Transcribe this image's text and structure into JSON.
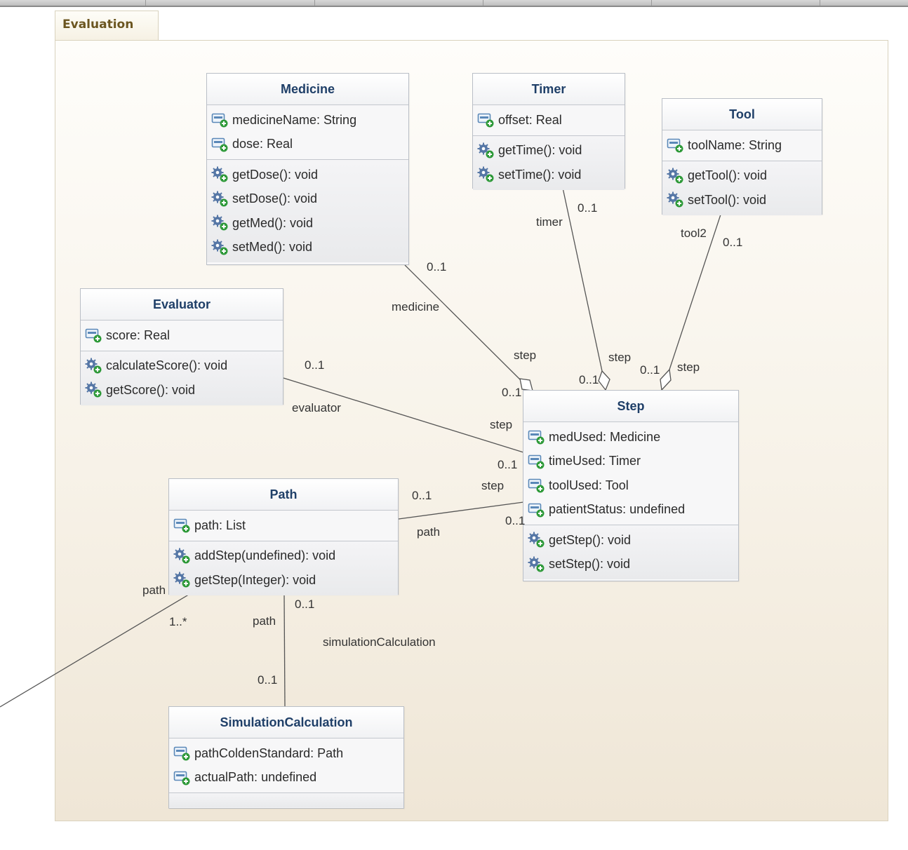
{
  "package": {
    "name": "Evaluation"
  },
  "classes": {
    "medicine": {
      "name": "Medicine",
      "attributes": [
        "medicineName: String",
        "dose: Real"
      ],
      "operations": [
        "getDose(): void",
        "setDose(): void",
        "getMed(): void",
        "setMed(): void"
      ]
    },
    "timer": {
      "name": "Timer",
      "attributes": [
        "offset: Real"
      ],
      "operations": [
        "getTime(): void",
        "setTime(): void"
      ]
    },
    "tool": {
      "name": "Tool",
      "attributes": [
        "toolName: String"
      ],
      "operations": [
        "getTool(): void",
        "setTool(): void"
      ]
    },
    "evaluator": {
      "name": "Evaluator",
      "attributes": [
        "score: Real"
      ],
      "operations": [
        "calculateScore(): void",
        "getScore(): void"
      ]
    },
    "step": {
      "name": "Step",
      "attributes": [
        "medUsed: Medicine",
        "timeUsed: Timer",
        "toolUsed: Tool",
        "patientStatus: undefined"
      ],
      "operations": [
        "getStep(): void",
        "setStep(): void"
      ]
    },
    "path": {
      "name": "Path",
      "attributes": [
        "path: List"
      ],
      "operations": [
        "addStep(undefined): void",
        "getStep(Integer): void"
      ]
    },
    "simulation": {
      "name": "SimulationCalculation",
      "attributes": [
        "pathColdenStandard: Path",
        "actualPath: undefined"
      ],
      "operations": []
    }
  },
  "associations": {
    "medicine_step": {
      "role_a": "medicine",
      "mult_a": "0..1",
      "role_b": "step",
      "mult_b": "0..1"
    },
    "timer_step": {
      "role_a": "timer",
      "mult_a": "0..1",
      "role_b": "step",
      "mult_b": "0..1"
    },
    "tool_step": {
      "role_a": "tool2",
      "mult_a": "0..1",
      "role_b": "step",
      "mult_b": "0..1"
    },
    "evaluator_step": {
      "role_a": "evaluator",
      "mult_a": "0..1",
      "role_b": "step",
      "mult_b": "0..1"
    },
    "path_step": {
      "role_a": "path",
      "mult_a": "0..1",
      "role_b": "step",
      "mult_b": "0..1"
    },
    "path_simulation": {
      "role_a": "path",
      "mult_a": "0..1",
      "role_b": "simulationCalculation",
      "mult_b": "0..1"
    },
    "path_external": {
      "role": "path",
      "mult": "1..*"
    }
  },
  "colors": {
    "class_name": "#1f3f68",
    "package_label": "#6b5520",
    "line": "#555555",
    "attribute_icon": "#5a88b8",
    "attribute_badge": "#2f9a3a",
    "operation_icon": "#5677a6"
  }
}
